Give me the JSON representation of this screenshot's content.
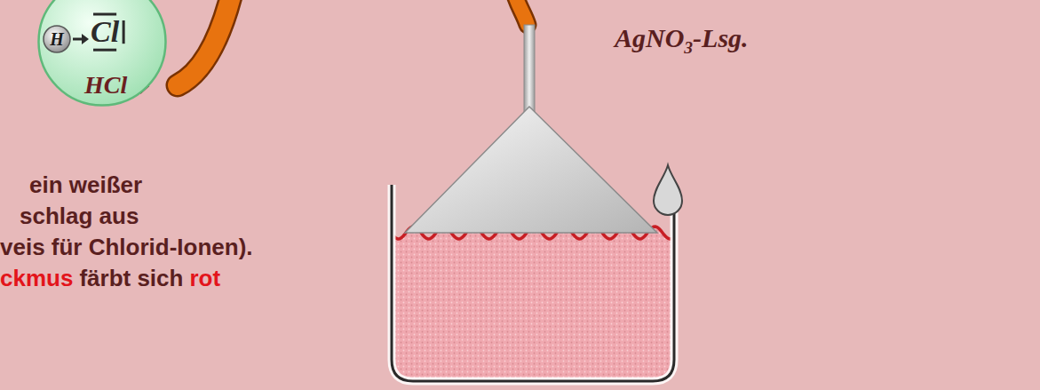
{
  "diagram": {
    "nodes": [
      {
        "text": [
          "Cl"
        ]
      },
      {
        "text": [
          "H"
        ],
        "in": 0
      }
    ],
    "labels": [
      "HCl",
      "AgNO3-Lsg.",
      "ein weißer",
      "schlag aus",
      "veis für Chlorid-Ionen).",
      "ckmus",
      "färbt sich",
      "rot"
    ]
  }
}
